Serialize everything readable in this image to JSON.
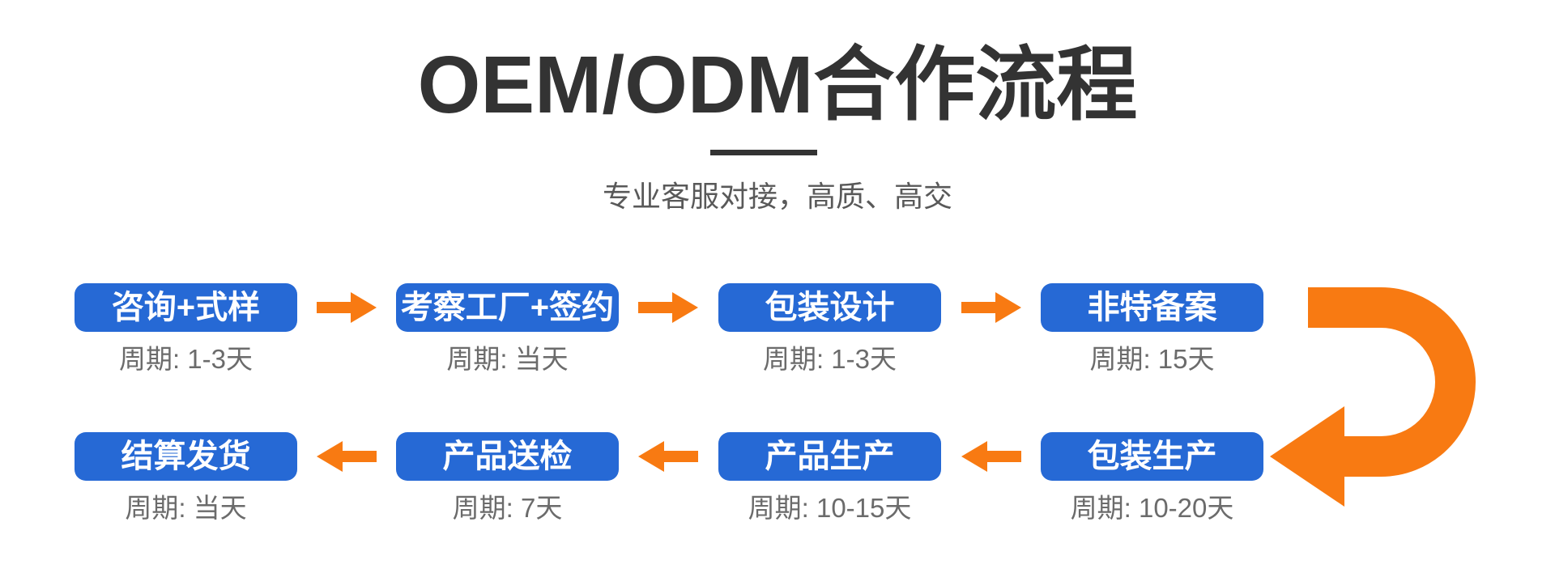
{
  "header": {
    "title": "OEM/ODM合作流程",
    "subtitle": "专业客服对接，高质、高交"
  },
  "colors": {
    "background": "#FFFFFF",
    "step_blue": "#2669D5",
    "step_text": "#FFFFFF",
    "arrow_orange": "#F87A12",
    "title_dark": "#333333",
    "subtitle_gray": "#595959",
    "cycle_gray": "#6B6B6B"
  },
  "flow": {
    "row1": {
      "direction": "left-to-right",
      "steps": [
        {
          "label": "咨询+式样",
          "cycle": "周期: 1-3天"
        },
        {
          "label": "考察工厂+签约",
          "cycle": "周期: 当天"
        },
        {
          "label": "包装设计",
          "cycle": "周期: 1-3天"
        },
        {
          "label": "非特备案",
          "cycle": "周期: 15天"
        }
      ]
    },
    "row2": {
      "direction": "right-to-left",
      "steps": [
        {
          "label": "结算发货",
          "cycle": "周期: 当天"
        },
        {
          "label": "产品送检",
          "cycle": "周期: 7天"
        },
        {
          "label": "产品生产",
          "cycle": "周期: 10-15天"
        },
        {
          "label": "包装生产",
          "cycle": "周期: 10-20天"
        }
      ]
    }
  }
}
